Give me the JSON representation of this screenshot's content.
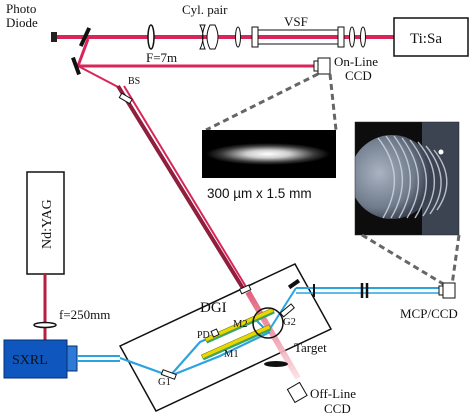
{
  "labels": {
    "photo_diode": [
      "Photo",
      "Diode"
    ],
    "cyl_pair": "Cyl. pair",
    "vsf": "VSF",
    "ti_sa": "Ti:Sa",
    "focal_7m": "F=7m",
    "on_line_ccd": [
      "On-Line",
      "CCD"
    ],
    "bs": "BS",
    "beam_spot_dim": "300 µm x 1.5 mm",
    "nd_yag": "Nd:YAG",
    "focal_250mm": "f=250mm",
    "sxrl": "SXRL",
    "dgi": "DGI",
    "pd": "PD",
    "m2": "M2",
    "m1": "M1",
    "g2": "G2",
    "g1": "G1",
    "target": "Target",
    "mcp_ccd": "MCP/CCD",
    "off_line_ccd": [
      "Off-Line",
      "CCD"
    ]
  },
  "colors": {
    "ir_beam": "#d8265a",
    "green_beam": "#8f1f3c",
    "xray_beam": "#2aa3e0",
    "nd_yag_beam": "#b61f3f",
    "pump_fading": "#f1a9b0",
    "sxrl_box": "#0f57bf",
    "mirror_yellow": "#e8d800",
    "mirror_green": "#3aa86a",
    "inset_bg": "#0d0d0d"
  }
}
